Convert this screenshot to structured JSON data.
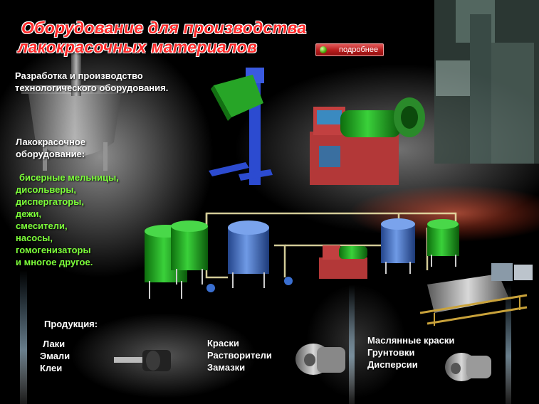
{
  "title": {
    "line1": "Оборудование для  производства",
    "line2": "лакокрасочных материалов"
  },
  "more_button": {
    "label": "подробнее"
  },
  "intro": {
    "line1": "Разработка и производство",
    "line2": "технологического оборудования."
  },
  "equipment": {
    "heading_line1": "Лакокрасочное",
    "heading_line2": "оборудование:",
    "items": [
      "бисерные мельницы,",
      "дисольверы,",
      "диспергаторы,",
      "дежи,",
      "смесители,",
      "насосы,",
      "гомогенизаторы",
      "и многое другое."
    ]
  },
  "products": {
    "heading": "Продукция:",
    "group1": [
      "Лаки",
      "Эмали",
      "Клеи"
    ],
    "group2": [
      "Краски",
      "Растворители",
      "Замазки"
    ],
    "group3": [
      "Маслянные краски",
      "Грунтовки",
      "Дисперсии"
    ]
  },
  "colors": {
    "title_red": "#ff2a2a",
    "list_green": "#7dff3a",
    "button_red": "#b81d1d",
    "tank_green": "#1fa51f",
    "tank_blue": "#3f6fc4",
    "machine_red": "#c43a3a"
  }
}
